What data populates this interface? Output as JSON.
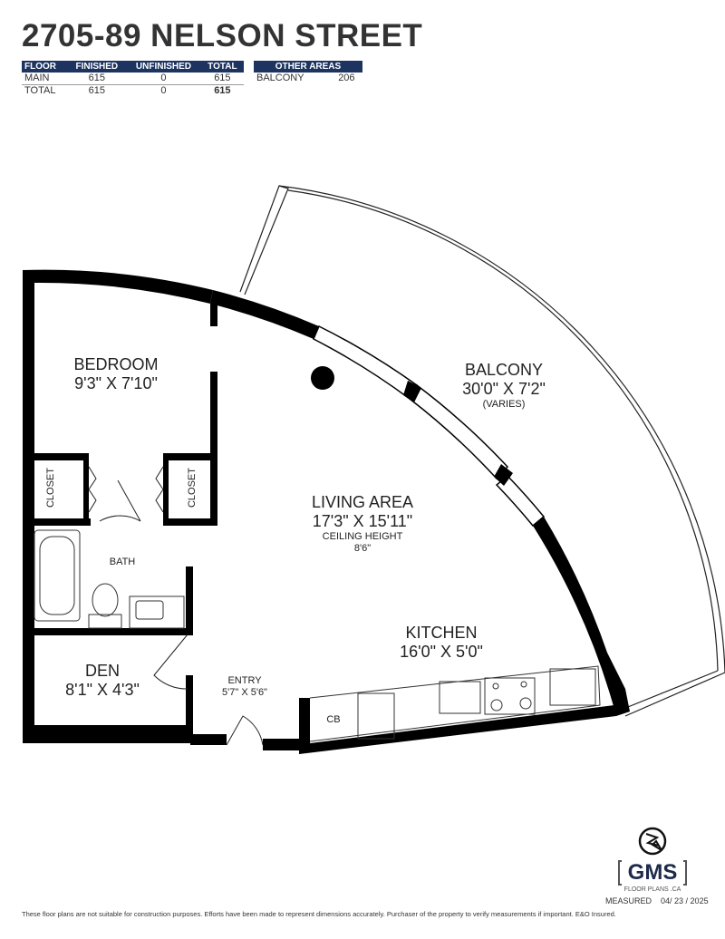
{
  "title": "2705-89 NELSON STREET",
  "area_table": {
    "headers": [
      "FLOOR",
      "FINISHED",
      "UNFINISHED",
      "TOTAL"
    ],
    "rows": [
      {
        "floor": "MAIN",
        "finished": "615",
        "unfinished": "0",
        "total": "615"
      },
      {
        "floor": "TOTAL",
        "finished": "615",
        "unfinished": "0",
        "total": "615"
      }
    ]
  },
  "other_areas": {
    "header": "OTHER AREAS",
    "rows": [
      {
        "name": "BALCONY",
        "value": "206"
      }
    ]
  },
  "rooms": {
    "bedroom": {
      "name": "BEDROOM",
      "dims": "9'3\" X 7'10\""
    },
    "balcony": {
      "name": "BALCONY",
      "dims": "30'0\" X 7'2\"",
      "note": "(VARIES)"
    },
    "living": {
      "name": "LIVING AREA",
      "dims": "17'3\" X 15'11\"",
      "ceiling": "CEILING HEIGHT",
      "ceiling_value": "8'6\""
    },
    "closet1": "CLOSET",
    "closet2": "CLOSET",
    "bath": "BATH",
    "den": {
      "name": "DEN",
      "dims": "8'1\" X 4'3\""
    },
    "entry": {
      "name": "ENTRY",
      "dims": "5'7\" X 5'6\""
    },
    "kitchen": {
      "name": "KITCHEN",
      "dims": "16'0\" X 5'0\""
    },
    "cb": "CB"
  },
  "logo": {
    "text": "GMS",
    "sub": "FLOOR PLANS .CA"
  },
  "measured": {
    "label": "MEASURED",
    "date": "04/ 23 / 2025"
  },
  "disclaimer": "These floor plans are not suitable for construction purposes. Efforts have been made to represent dimensions accurately.  Purchaser of the property to verify measurements if important.  E&O Insured.",
  "colors": {
    "header": "#1d3461",
    "wall": "#000000",
    "text": "#333333"
  }
}
